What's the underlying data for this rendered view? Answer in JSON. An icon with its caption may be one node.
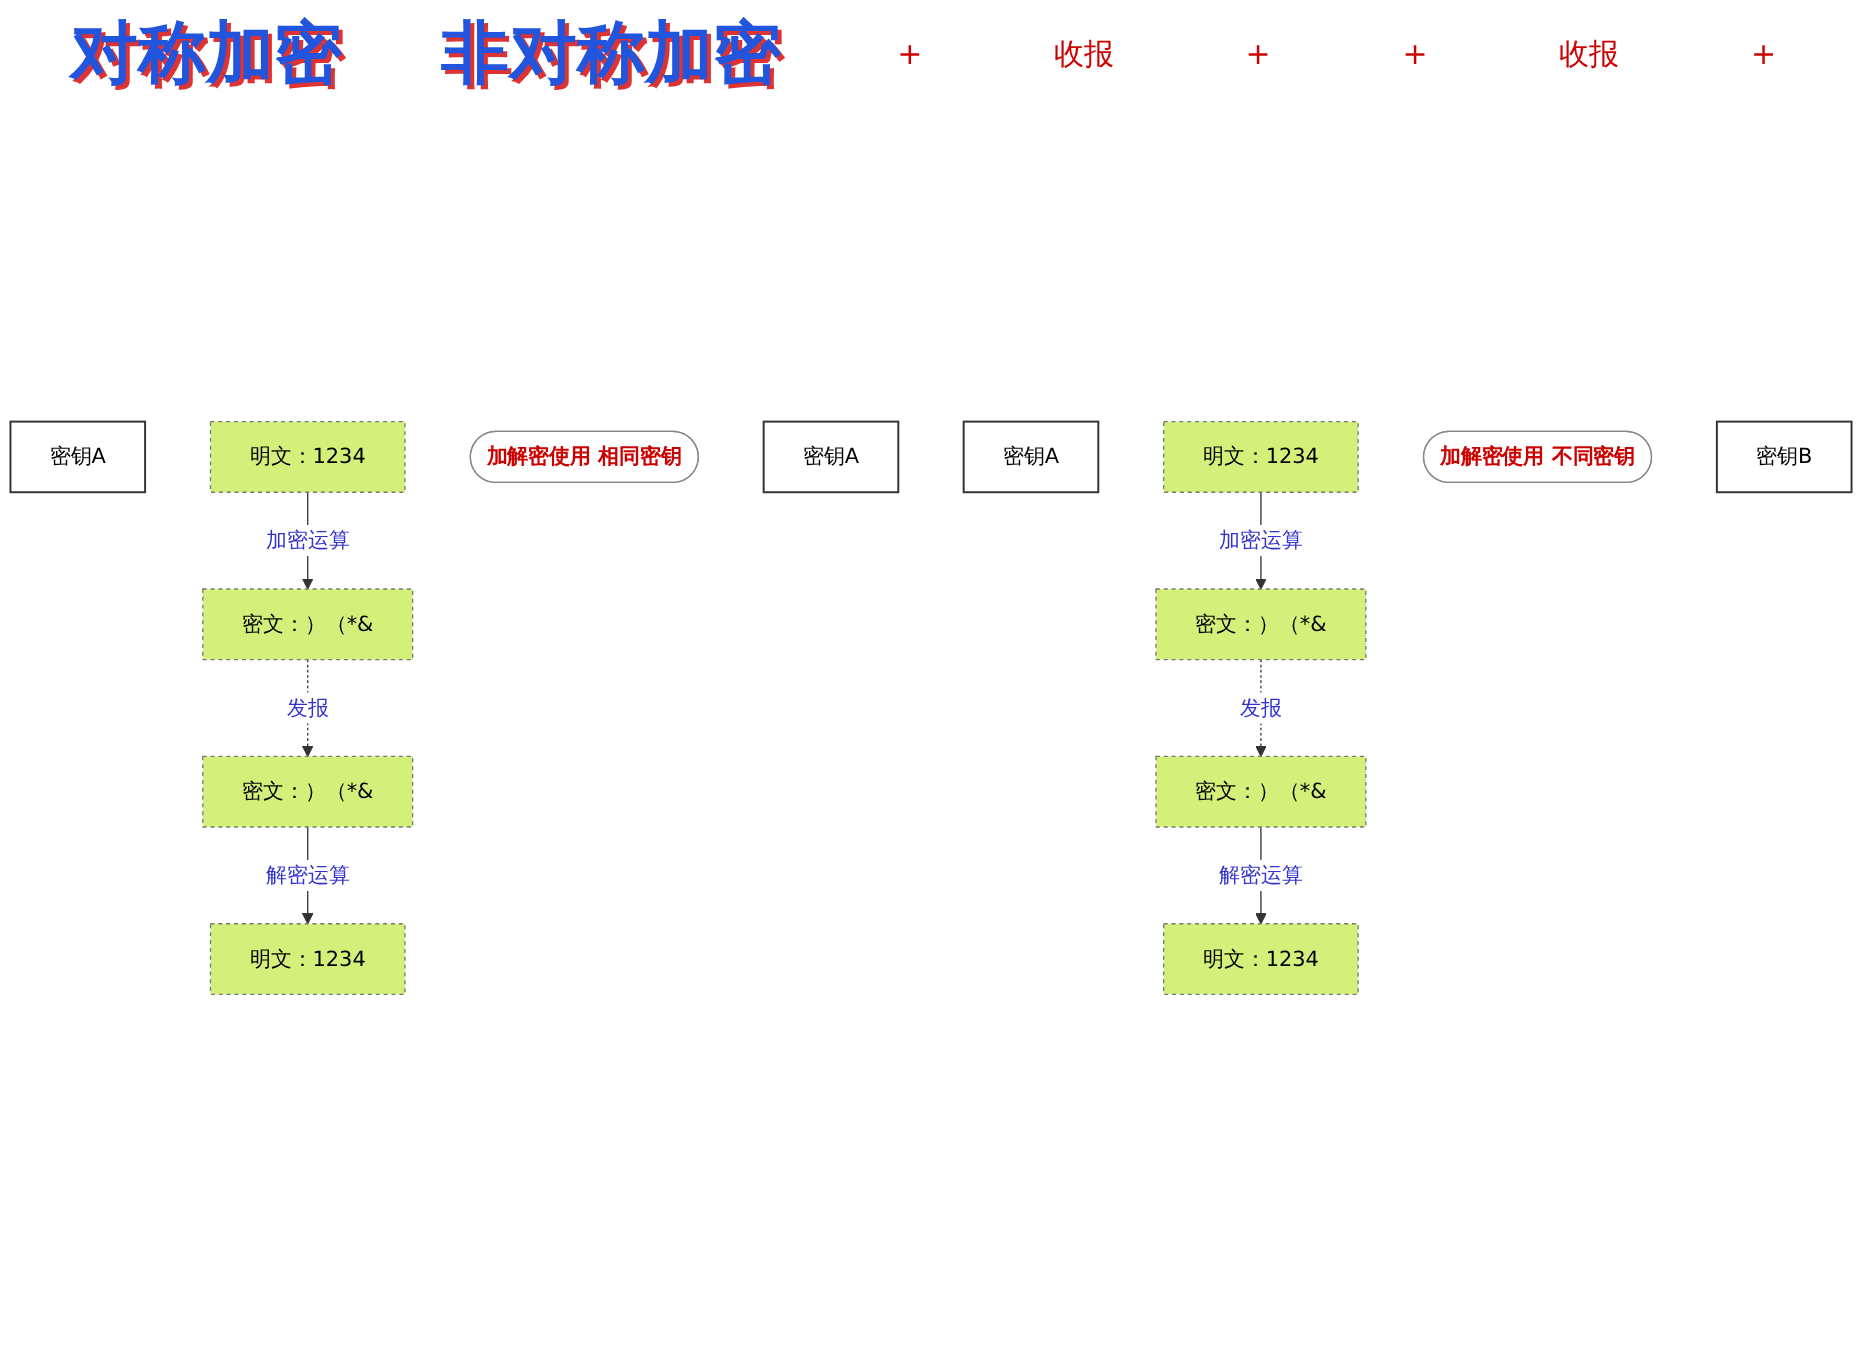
{
  "diagram": {
    "nodes": [
      {
        "text": [
          "密钥A"
        ]
      },
      {
        "text": [
          "明文：1234"
        ]
      },
      {
        "text": [
          "密文：）（*&"
        ]
      },
      {
        "text": [
          "加解密使用 相同密钥"
        ]
      },
      {
        "text": [
          "密文：）（*&"
        ]
      },
      {
        "text": [
          "密钥A"
        ]
      },
      {
        "text": [
          "明文：1234"
        ]
      },
      {
        "text": [
          "密钥A"
        ]
      },
      {
        "text": [
          "明文：1234"
        ]
      },
      {
        "text": [
          "密文：）（*&"
        ]
      },
      {
        "text": [
          "加解密使用 不同密钥"
        ]
      },
      {
        "text": [
          "密文：）（*&"
        ]
      },
      {
        "text": [
          "密钥B"
        ]
      },
      {
        "text": [
          "明文：1234"
        ]
      }
    ],
    "edges": [
      {
        "from": 1,
        "to": 2,
        "arrow": "to",
        "label": "加密运算"
      },
      {
        "from": 2,
        "to": 4,
        "arrow": "to",
        "label": "发报",
        "style": "dashed"
      },
      {
        "from": 4,
        "to": 6,
        "arrow": "to",
        "label": "解密运算"
      },
      {
        "from": 8,
        "to": 9,
        "arrow": "to",
        "label": "加密运算"
      },
      {
        "from": 9,
        "to": 11,
        "arrow": "to",
        "label": "发报",
        "style": "dashed"
      },
      {
        "from": 11,
        "to": 13,
        "arrow": "to",
        "label": "解密运算"
      }
    ],
    "labels": [
      "对称加密",
      "非对称加密",
      "+",
      "收报",
      "+",
      "+",
      "收报",
      "+"
    ]
  }
}
